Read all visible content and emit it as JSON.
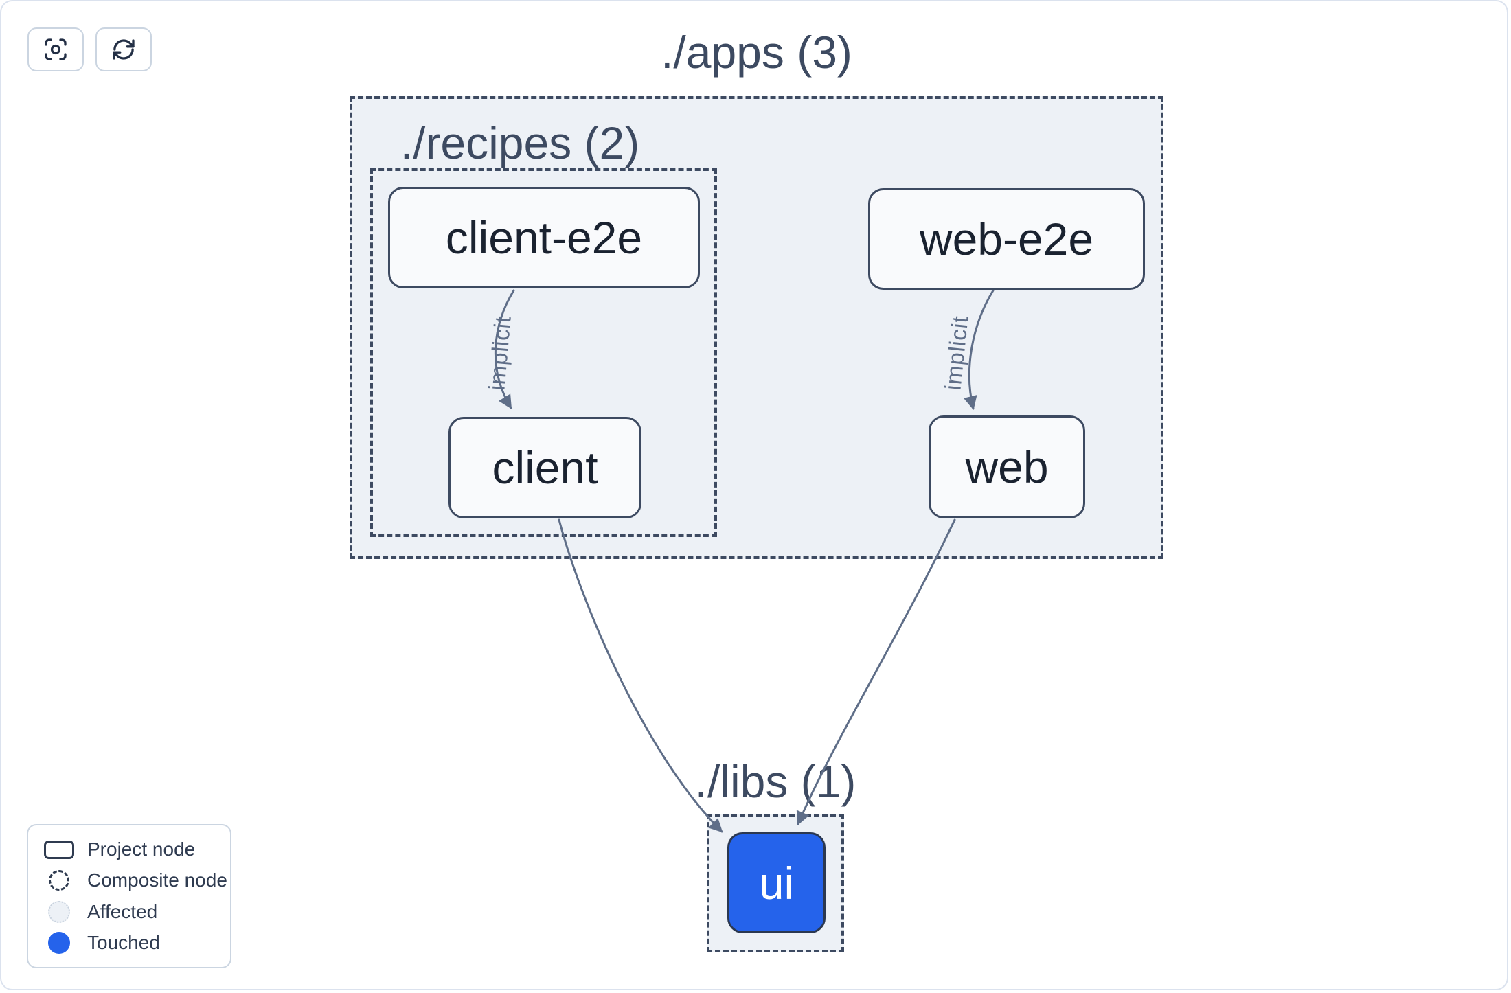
{
  "toolbar": {
    "buttons": [
      {
        "icon": "focus-crosshair-icon"
      },
      {
        "icon": "refresh-icon"
      }
    ]
  },
  "graph": {
    "containers": [
      {
        "id": "apps",
        "label": "./apps (3)",
        "count": 3,
        "style": "composite-dashed"
      },
      {
        "id": "recipes",
        "label": "./recipes (2)",
        "count": 2,
        "style": "composite-dashed"
      },
      {
        "id": "libs",
        "label": "./libs (1)",
        "count": 1,
        "style": "composite-dashed"
      }
    ],
    "nodes": [
      {
        "id": "client-e2e",
        "label": "client-e2e",
        "state": "normal",
        "parent": "recipes"
      },
      {
        "id": "web-e2e",
        "label": "web-e2e",
        "state": "normal",
        "parent": "apps"
      },
      {
        "id": "client",
        "label": "client",
        "state": "normal",
        "parent": "recipes"
      },
      {
        "id": "web",
        "label": "web",
        "state": "normal",
        "parent": "apps"
      },
      {
        "id": "ui",
        "label": "ui",
        "state": "touched",
        "parent": "libs"
      }
    ],
    "edges": [
      {
        "from": "client-e2e",
        "to": "client",
        "label": "implicit"
      },
      {
        "from": "web-e2e",
        "to": "web",
        "label": "implicit"
      },
      {
        "from": "client",
        "to": "ui",
        "label": ""
      },
      {
        "from": "web",
        "to": "ui",
        "label": ""
      }
    ]
  },
  "legend": {
    "items": [
      {
        "swatch": "project-node-outline",
        "label": "Project node"
      },
      {
        "swatch": "composite-dashed-circle",
        "label": "Composite node"
      },
      {
        "swatch": "affected-light-circle",
        "label": "Affected"
      },
      {
        "swatch": "touched-blue-circle",
        "label": "Touched"
      }
    ]
  },
  "colors": {
    "accent_blue": "#2563eb",
    "slate_border": "#3d4a61",
    "edge_color": "#5f6e88",
    "container_fill": "#edf1f6",
    "node_fill": "#f9fafc",
    "node_text": "#1a2230"
  }
}
